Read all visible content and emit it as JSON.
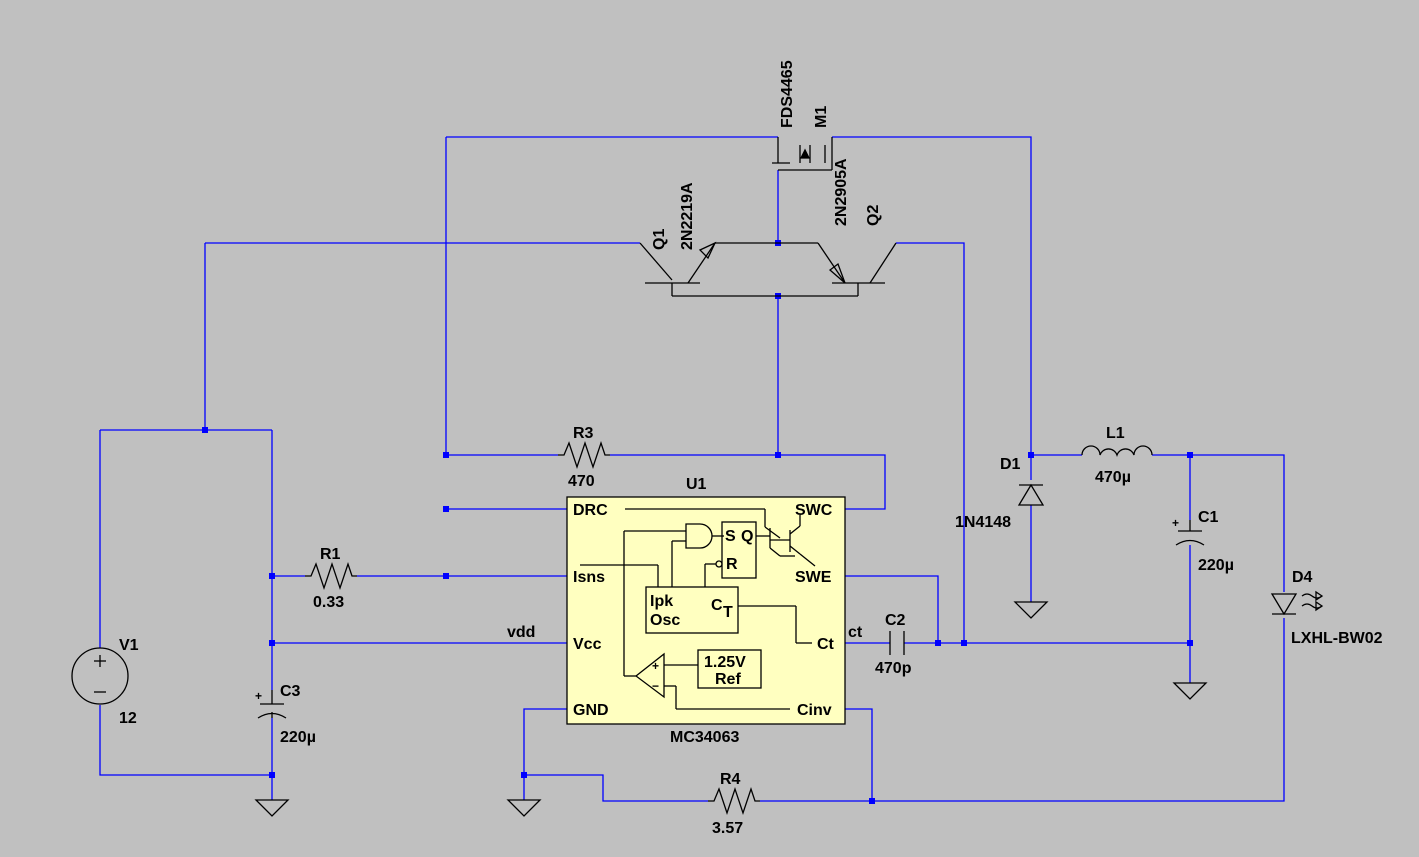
{
  "components": {
    "m1": {
      "name": "M1",
      "model": "FDS4465"
    },
    "q1": {
      "name": "Q1",
      "model": "2N2219A"
    },
    "q2": {
      "name": "Q2",
      "model": "2N2905A"
    },
    "r1": {
      "name": "R1",
      "value": "0.33"
    },
    "r3": {
      "name": "R3",
      "value": "470"
    },
    "r4": {
      "name": "R4",
      "value": "3.57"
    },
    "c1": {
      "name": "C1",
      "value": "220µ"
    },
    "c2": {
      "name": "C2",
      "value": "470p"
    },
    "c3": {
      "name": "C3",
      "value": "220µ"
    },
    "l1": {
      "name": "L1",
      "value": "470µ"
    },
    "d1": {
      "name": "D1",
      "model": "1N4148"
    },
    "d4": {
      "name": "D4",
      "model": "LXHL-BW02"
    },
    "v1": {
      "name": "V1",
      "value": "12"
    },
    "u1": {
      "name": "U1",
      "model": "MC34063",
      "pins": {
        "drc": "DRC",
        "isns": "Isns",
        "vcc": "Vcc",
        "gnd": "GND",
        "swc": "SWC",
        "swe": "SWE",
        "ct": "Ct",
        "cinv": "Cinv"
      },
      "internal": {
        "s": "S",
        "q": "Q",
        "r": "R",
        "ipk": "Ipk",
        "osc": "Osc",
        "ct_c": "C",
        "ct_t": "T",
        "ref_v": "1.25V",
        "ref": "Ref"
      }
    }
  },
  "nets": {
    "vdd": "vdd",
    "ct": "ct"
  },
  "colors": {
    "background": "#c0c0c0",
    "wire": "#0000ff",
    "ic_fill": "#ffffc0"
  }
}
